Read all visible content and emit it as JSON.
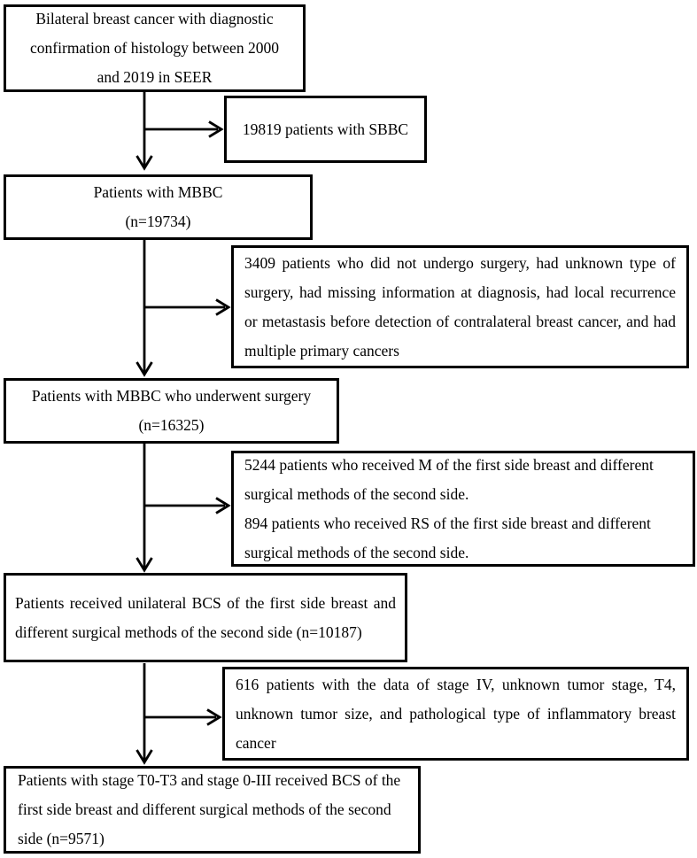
{
  "flowchart": {
    "colors": {
      "border": "#000000",
      "background": "#ffffff",
      "text": "#000000"
    },
    "boxes": {
      "seer": {
        "lines": [
          "Bilateral breast cancer with diagnostic",
          "confirmation of histology between 2000",
          "and 2019 in SEER"
        ]
      },
      "sbbc": {
        "lines": [
          "19819 patients with SBBC"
        ]
      },
      "mbbc": {
        "lines": [
          "Patients with MBBC",
          "(n=19734)"
        ]
      },
      "excl1": {
        "lines": [
          "3409 patients who did not undergo surgery, had unknown type of",
          "surgery, had missing information at diagnosis, had local recurrence",
          "or metastasis before detection of contralateral breast cancer, and had",
          "multiple primary cancers"
        ]
      },
      "surgery": {
        "lines": [
          "Patients with MBBC who underwent surgery",
          "(n=16325)"
        ]
      },
      "excl2": {
        "lines": [
          "5244 patients who received M of the first side breast and different",
          "surgical methods of the second side.",
          "894 patients who received RS of the first side breast and different",
          "surgical methods of the second side."
        ]
      },
      "bcs": {
        "lines": [
          "Patients received unilateral BCS of the first side breast and",
          "different surgical methods of the second side (n=10187)"
        ]
      },
      "excl3": {
        "lines": [
          "616 patients with the data of stage IV, unknown tumor stage, T4,",
          "unknown tumor size, and pathological type of inflammatory breast",
          "cancer"
        ]
      },
      "final": {
        "lines": [
          "Patients with stage T0-T3 and stage 0-III received BCS of the",
          "first side breast and different surgical methods of the second",
          "side (n=9571)"
        ]
      }
    }
  }
}
